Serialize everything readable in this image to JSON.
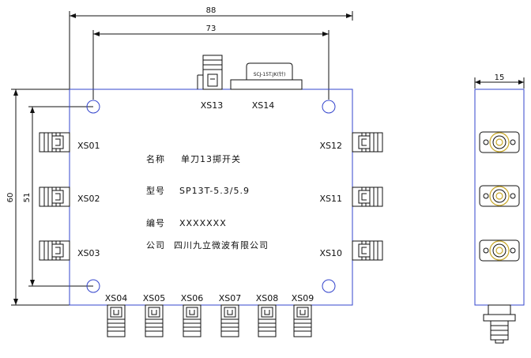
{
  "dimensions": {
    "overall_width": "88",
    "hole_spacing_x": "73",
    "overall_height": "60",
    "hole_spacing_y": "51",
    "side_width": "15"
  },
  "top_connectors": {
    "xs13": "XS13",
    "xs14": "XS14",
    "xs14_part": "SCJ-15T.JK(针)"
  },
  "left_ports": [
    "XS01",
    "XS02",
    "XS03"
  ],
  "right_ports": [
    "XS12",
    "XS11",
    "XS10"
  ],
  "bottom_ports": [
    "XS04",
    "XS05",
    "XS06",
    "XS07",
    "XS08",
    "XS09"
  ],
  "nameplate": {
    "name_label": "名称",
    "name_value": "单刀13掷开关",
    "model_label": "型号",
    "model_value": "SP13T-5.3/5.9",
    "serial_label": "编号",
    "serial_value": "XXXXXXX",
    "company_label": "公司",
    "company_value": "四川九立微波有限公司"
  },
  "colors": {
    "outline": "#3344cc",
    "line": "#111111",
    "accent": "#c8a82a"
  }
}
